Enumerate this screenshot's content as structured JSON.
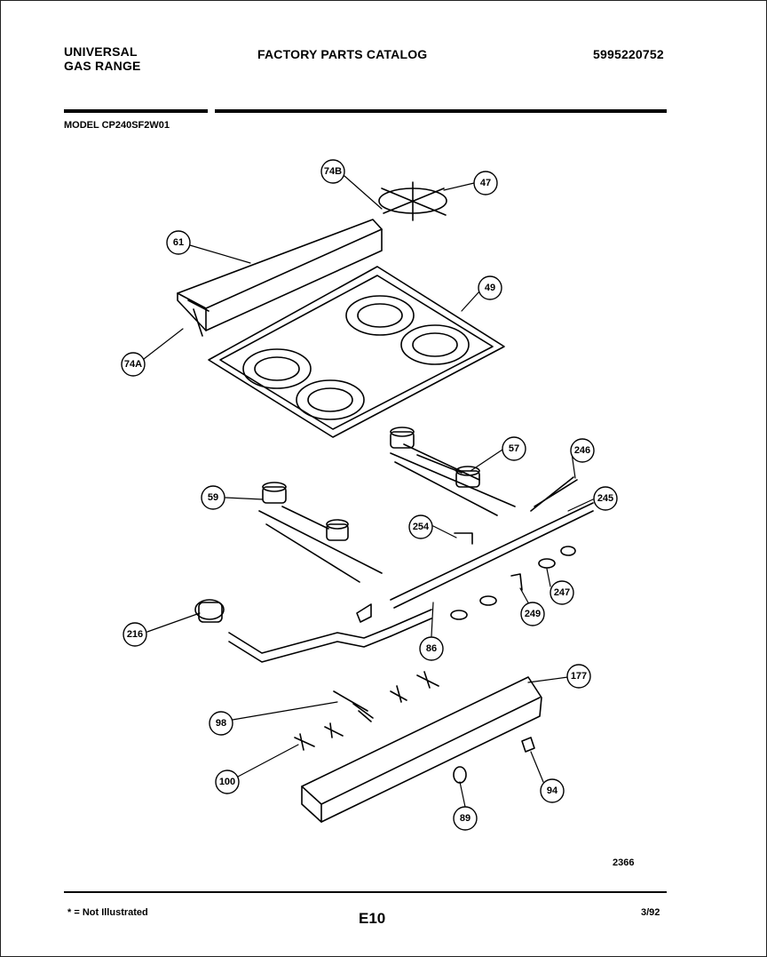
{
  "header": {
    "brand_line1": "UNIVERSAL",
    "brand_line2": "GAS RANGE",
    "catalog_title": "FACTORY PARTS CATALOG",
    "catalog_number": "5995220752"
  },
  "model_label": "MODEL CP240SF2W01",
  "diagram_number": "2366",
  "footer": {
    "note": "* = Not Illustrated",
    "page_code": "E10",
    "date": "3/92"
  },
  "callouts": {
    "c74B": "74B",
    "c47": "47",
    "c61": "61",
    "c49": "49",
    "c74A": "74A",
    "c57": "57",
    "c246": "246",
    "c59": "59",
    "c245": "245",
    "c254": "254",
    "c247": "247",
    "c249": "249",
    "c216": "216",
    "c86": "86",
    "c98": "98",
    "c177": "177",
    "c100": "100",
    "c94": "94",
    "c89": "89"
  }
}
